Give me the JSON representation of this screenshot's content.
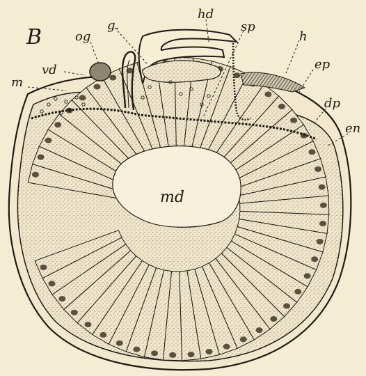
{
  "figure": {
    "panel_letter": "B",
    "labels": {
      "og": "og",
      "g": "g.",
      "hd": "hd",
      "sp": "sp",
      "h": "h",
      "vd": "vd",
      "m": "m",
      "ep": "ep",
      "dp": "dp",
      "en": "en",
      "md": "md"
    }
  },
  "colors": {
    "paper": "#f4ecd3",
    "ink": "#1f1b14",
    "yolk": "#ede3c6"
  }
}
